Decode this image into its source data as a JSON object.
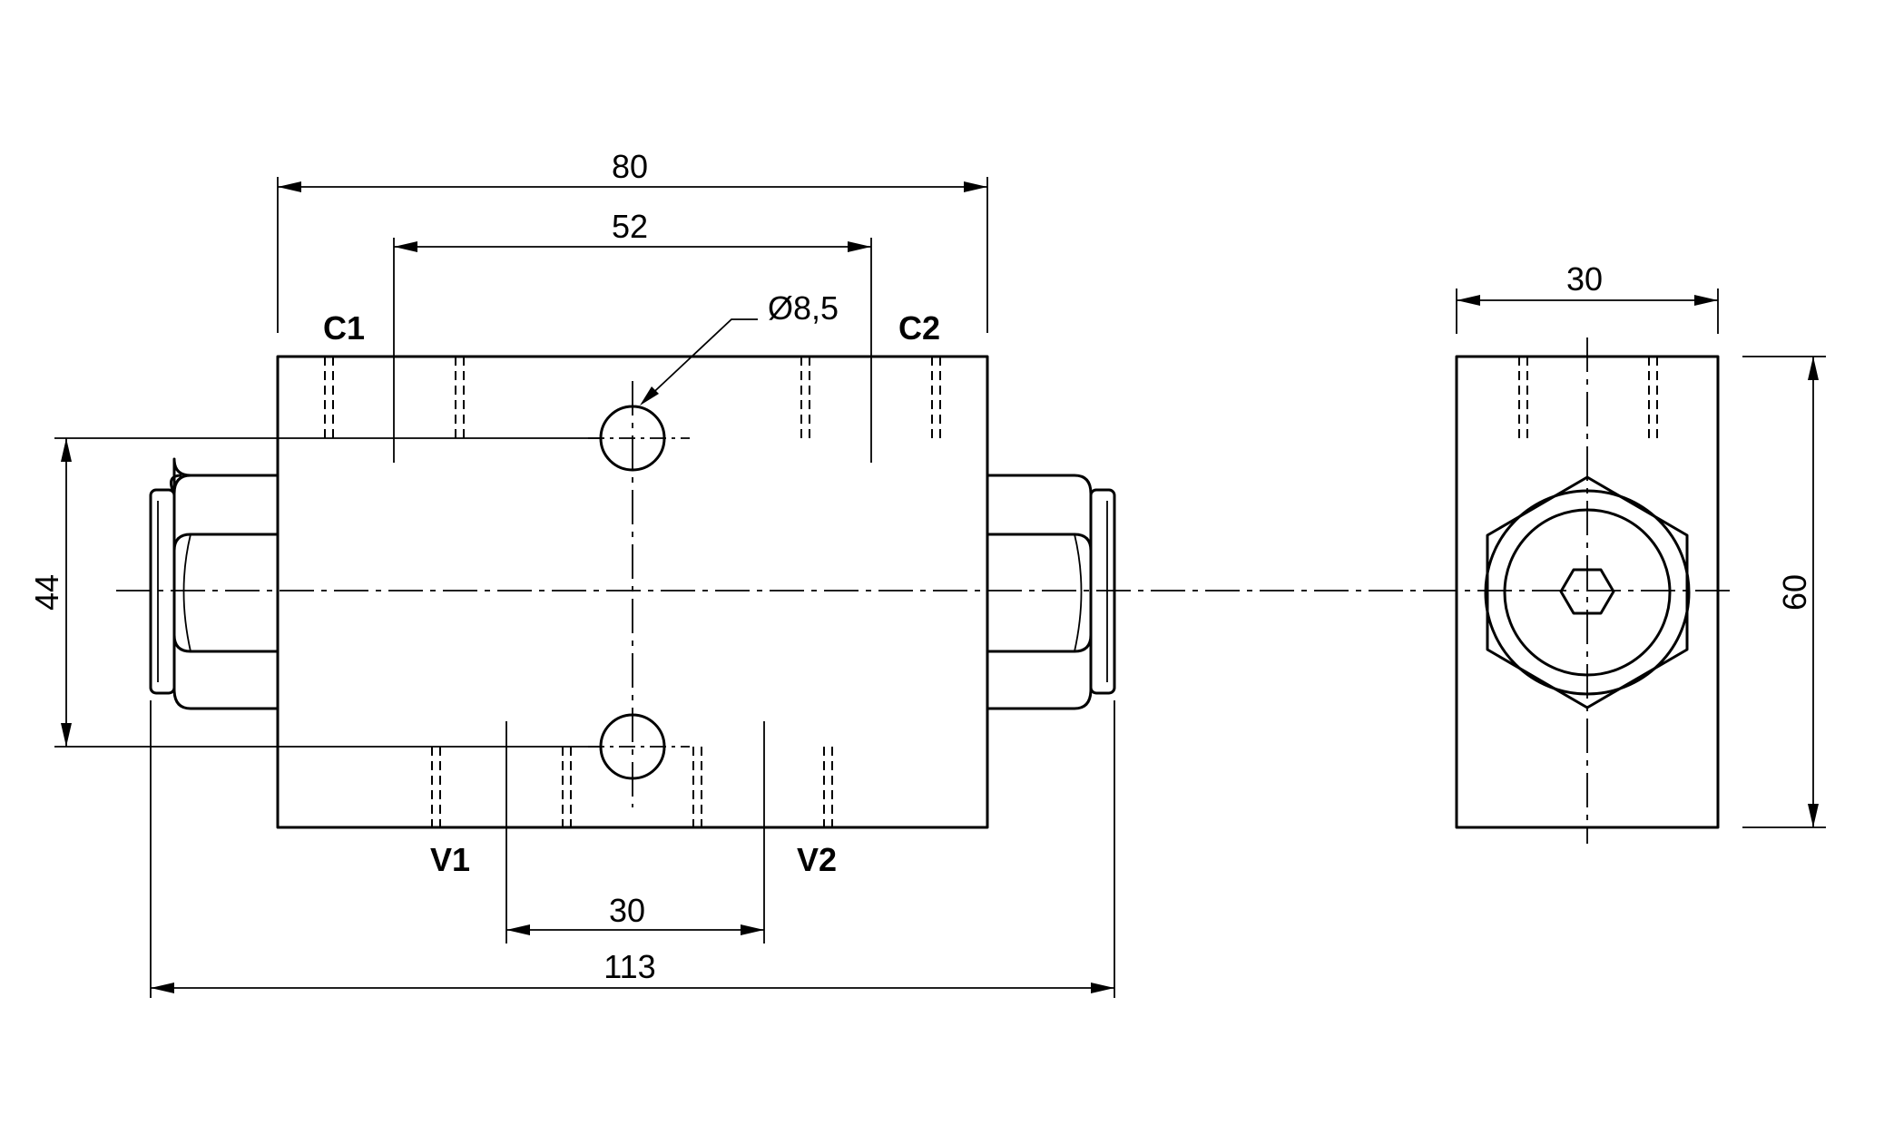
{
  "dimensions": {
    "overall_width": "80",
    "bolt_spacing_top": "52",
    "hole_diameter": "Ø8,5",
    "bolt_spacing_bottom": "30",
    "total_length": "113",
    "hole_spacing_vertical": "44",
    "side_width": "30",
    "side_height": "60"
  },
  "ports": {
    "c1": "C1",
    "c2": "C2",
    "v1": "V1",
    "v2": "V2"
  }
}
